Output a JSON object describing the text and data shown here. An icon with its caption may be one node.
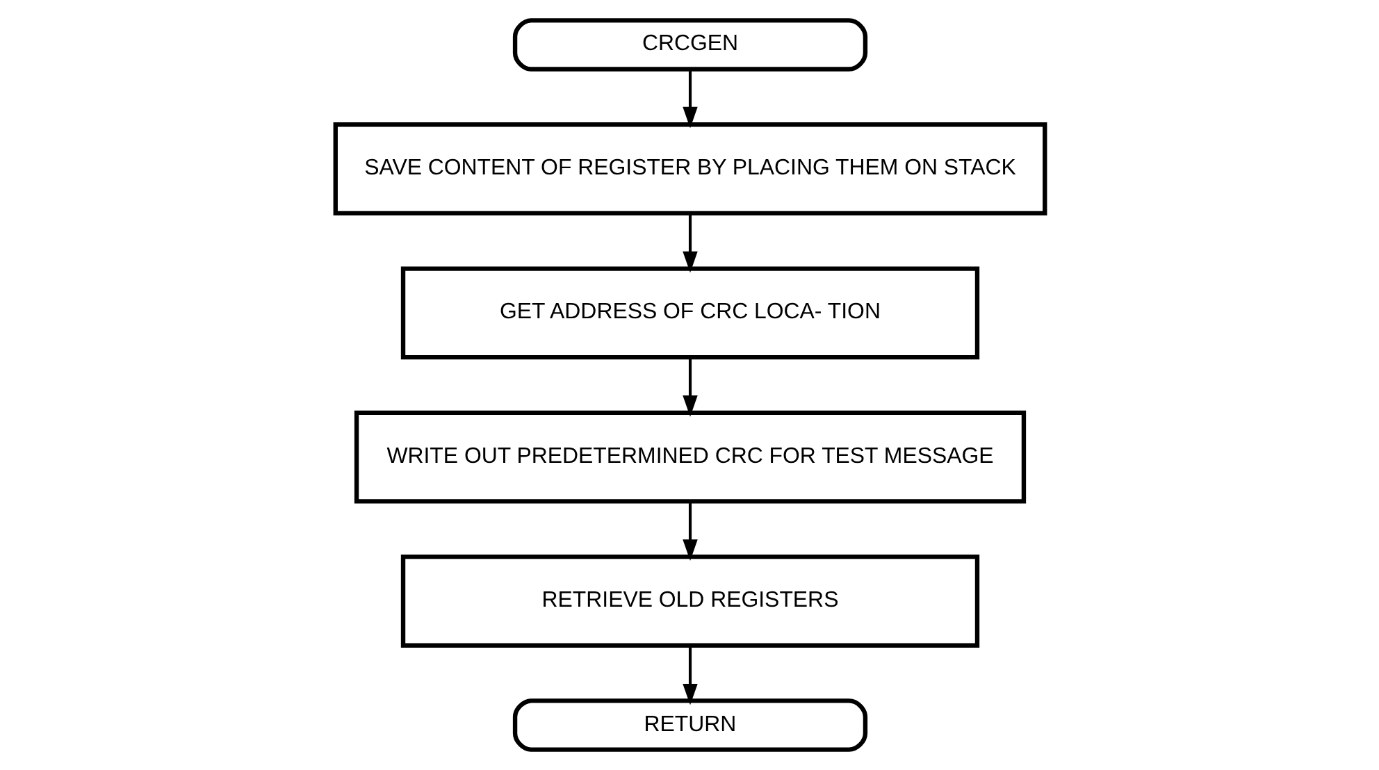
{
  "diagram": {
    "nodes": [
      {
        "text": [
          "CRCGEN"
        ]
      },
      {
        "text": [
          "SAVE CONTENT OF REGISTER BY PLACING THEM ON STACK"
        ]
      },
      {
        "text": [
          "GET ADDRESS OF CRC LOCA- TION"
        ]
      },
      {
        "text": [
          "WRITE OUT PREDETERMINED CRC FOR TEST MESSAGE"
        ]
      },
      {
        "text": [
          "RETRIEVE OLD REGISTERS"
        ]
      },
      {
        "text": [
          "RETURN"
        ]
      }
    ],
    "edges": [
      {
        "from": 0,
        "to": 1,
        "arrow": "to"
      },
      {
        "from": 1,
        "to": 2,
        "arrow": "to"
      },
      {
        "from": 2,
        "to": 3,
        "arrow": "to"
      },
      {
        "from": 3,
        "to": 4,
        "arrow": "to"
      },
      {
        "from": 4,
        "to": 5,
        "arrow": "to"
      }
    ]
  }
}
